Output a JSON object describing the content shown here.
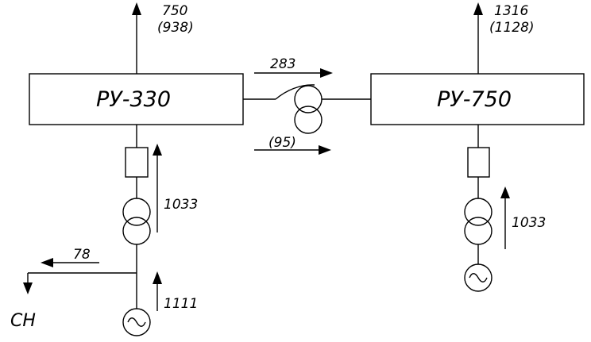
{
  "blocks": {
    "ru330": "РУ-330",
    "ru750": "РУ-750"
  },
  "flows": {
    "left_out_top": "750",
    "left_out_bottom": "(938)",
    "right_out_top": "1316",
    "right_out_bottom": "(1128)",
    "tie_top": "283",
    "tie_bottom": "(95)",
    "left_gen_transformer": "1033",
    "right_gen_transformer": "1033",
    "aux": "78",
    "left_generator": "1111"
  },
  "labels": {
    "aux_bus": "СН"
  },
  "icons": {
    "generator": "generator-icon",
    "transformer": "transformer-icon",
    "autotransformer": "autotransformer-icon",
    "breaker": "breaker-icon",
    "arrow": "arrow-icon"
  }
}
